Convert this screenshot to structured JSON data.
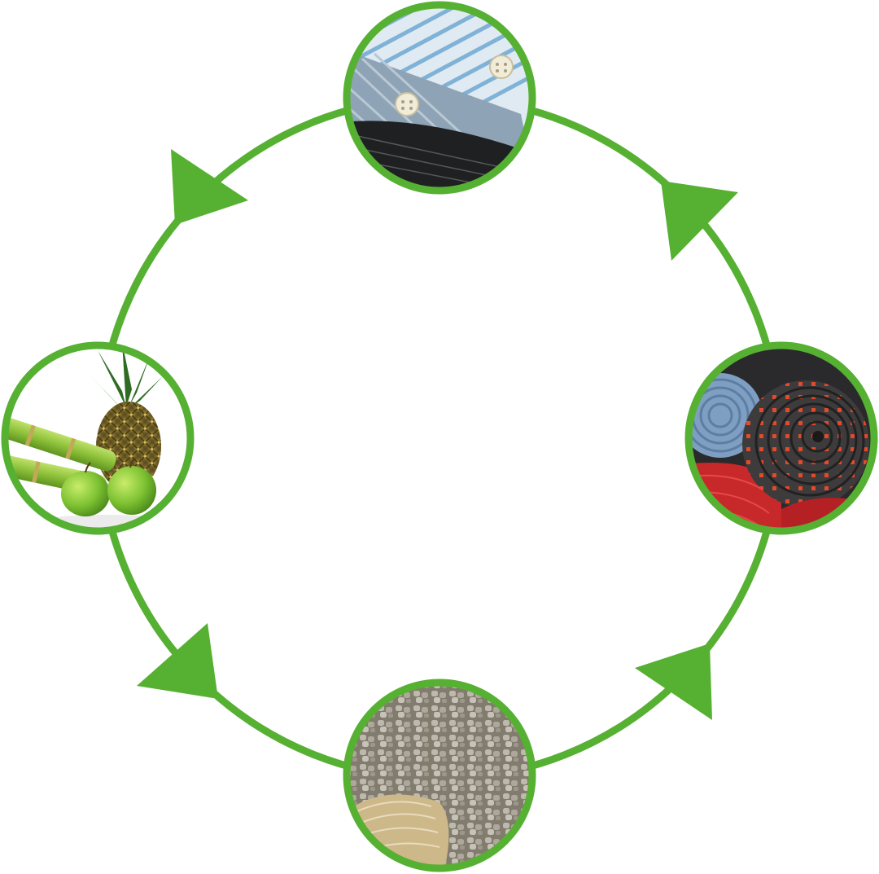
{
  "diagram": {
    "type": "cycle",
    "direction": "clockwise",
    "ring_color": "#56b032",
    "nodes": [
      {
        "id": "shirt",
        "icon": "striped-shirt-photo",
        "position": "top"
      },
      {
        "id": "ties",
        "icon": "rolled-ties-photo",
        "position": "right"
      },
      {
        "id": "pellets",
        "icon": "plastic-pellets-photo",
        "position": "bottom"
      },
      {
        "id": "fruit",
        "icon": "sugarcane-pineapple-apples-photo",
        "position": "left"
      }
    ],
    "arrows": [
      {
        "from": "fruit",
        "to": "shirt"
      },
      {
        "from": "shirt",
        "to": "ties"
      },
      {
        "from": "ties",
        "to": "pellets"
      },
      {
        "from": "pellets",
        "to": "fruit"
      }
    ]
  }
}
